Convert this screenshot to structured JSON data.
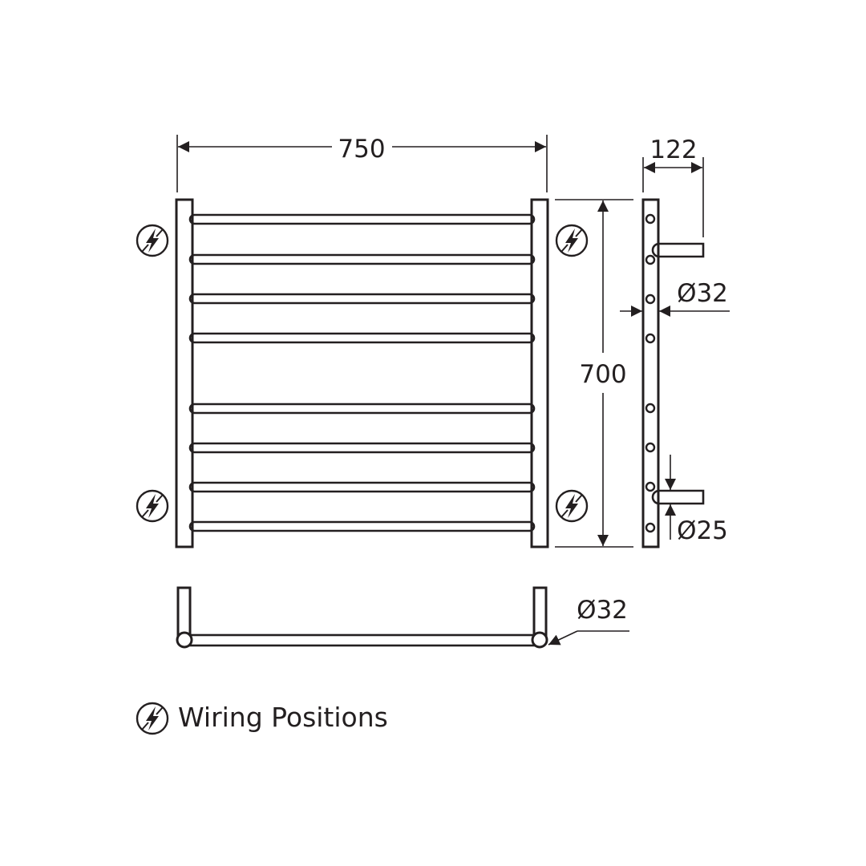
{
  "drawing": {
    "title": "Heated towel rail dimension drawing",
    "line_color": "#231f20",
    "background": "#ffffff"
  },
  "dimensions": {
    "width": "750",
    "height": "700",
    "depth": "122",
    "post_diameter_side": "Ø32",
    "bar_diameter": "Ø25",
    "post_diameter_top": "Ø32"
  },
  "front_view": {
    "bar_count": 8,
    "wiring_icon_count": 4
  },
  "side_view": {
    "hole_count": 8,
    "bracket_count": 2
  },
  "legend": {
    "icon": "lightning-bolt-icon",
    "label": "Wiring Positions"
  }
}
